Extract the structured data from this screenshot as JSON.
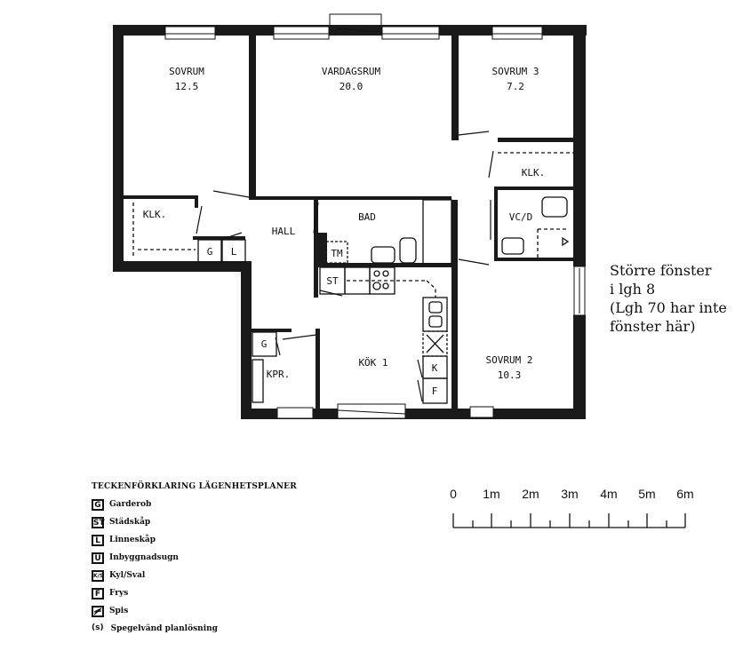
{
  "rooms": [
    {
      "name": "SOVRUM",
      "area": "12.5"
    },
    {
      "name": "VARDAGSRUM",
      "area": "20.0"
    },
    {
      "name": "SOVRUM 3",
      "area": "7.2"
    },
    {
      "name": "SOVRUM 2",
      "area": "10.3"
    },
    {
      "name": "KÖK 1",
      "area": ""
    },
    {
      "name": "HALL",
      "area": ""
    },
    {
      "name": "BAD",
      "area": ""
    },
    {
      "name": "KLK.",
      "area": ""
    },
    {
      "name": "KLK.",
      "area": ""
    },
    {
      "name": "VC/D",
      "area": ""
    },
    {
      "name": "KPR.",
      "area": ""
    }
  ],
  "fixtures": {
    "g1": "G",
    "l1": "L",
    "tm": "TM",
    "st": "ST",
    "g2": "G",
    "k": "K",
    "f": "F"
  },
  "note": {
    "lines": [
      "Större fönster",
      "i lgh 8",
      "(Lgh 70 har inte",
      "fönster här)"
    ]
  },
  "legend": {
    "title": "TECKENFÖRKLARING LÄGENHETSPLANER",
    "items": [
      {
        "symbol": "G",
        "label": "Garderob"
      },
      {
        "symbol": "ST",
        "label": "Städskåp"
      },
      {
        "symbol": "L",
        "label": "Linneskåp"
      },
      {
        "symbol": "U",
        "label": "Inbyggnadsugn"
      },
      {
        "symbol": "K/S",
        "label": "Kyl/Sval"
      },
      {
        "symbol": "F",
        "label": "Frys"
      },
      {
        "symbol": "spis",
        "label": "Spis"
      },
      {
        "symbol": "(s)",
        "label": "Spegelvänd planlösning"
      }
    ]
  },
  "scale": {
    "labels": [
      "0",
      "1m",
      "2m",
      "3m",
      "4m",
      "5m",
      "6m"
    ]
  }
}
